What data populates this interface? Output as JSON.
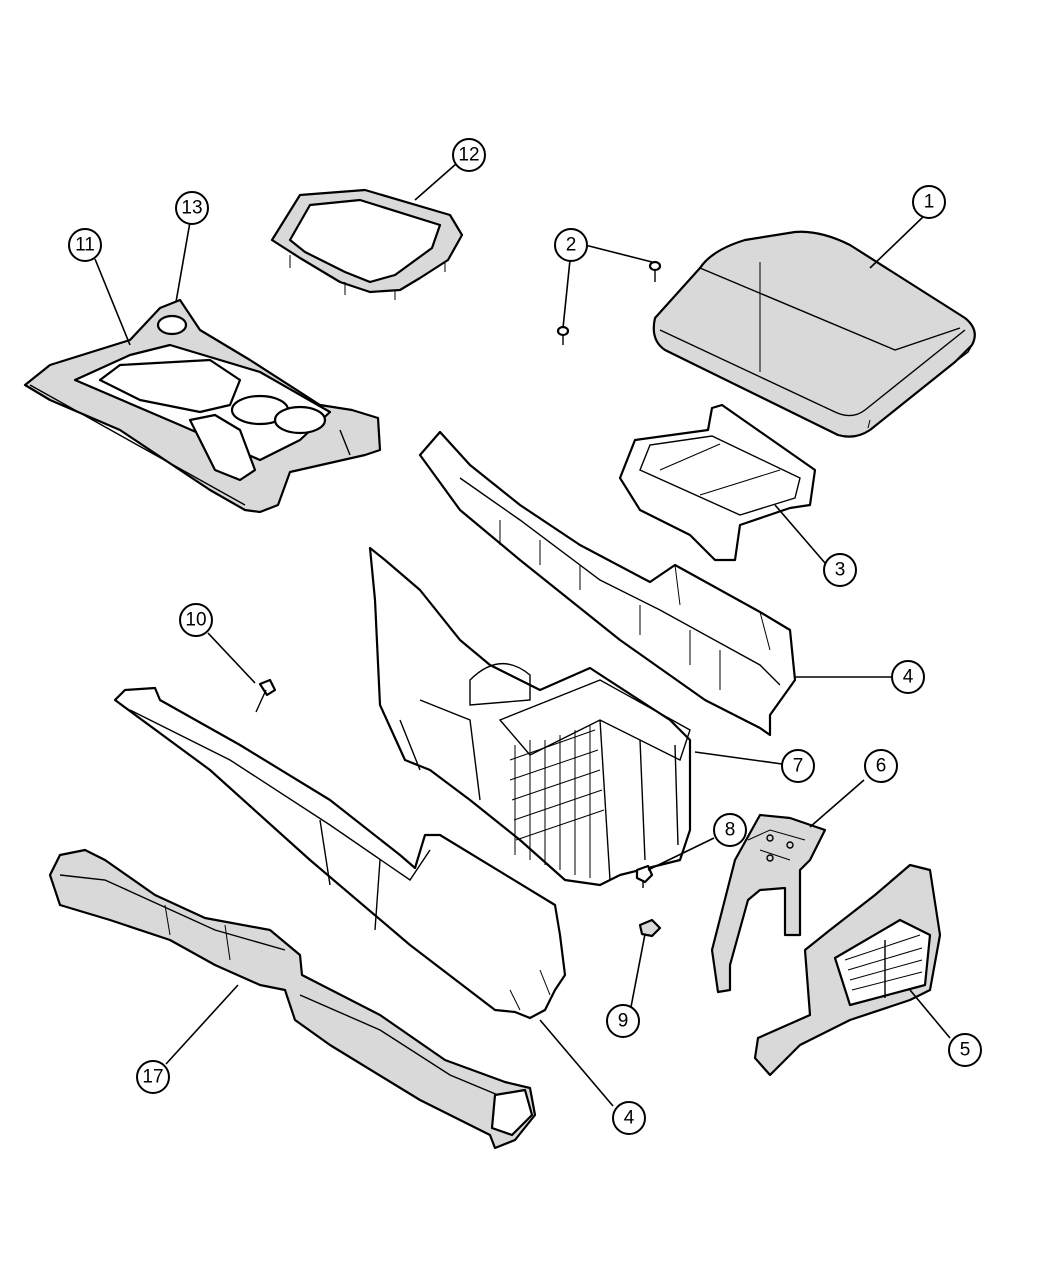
{
  "callouts": {
    "c1": "1",
    "c2": "2",
    "c3": "3",
    "c4a": "4",
    "c4b": "4",
    "c5": "5",
    "c6": "6",
    "c7": "7",
    "c8": "8",
    "c9": "9",
    "c10": "10",
    "c11": "11",
    "c12": "12",
    "c13": "13",
    "c17": "17"
  }
}
